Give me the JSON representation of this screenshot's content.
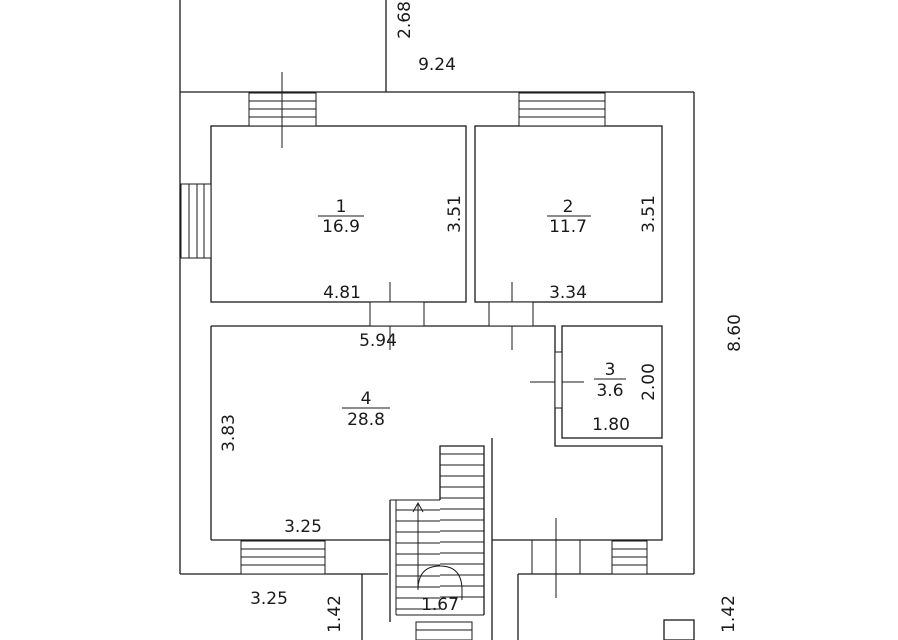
{
  "rooms": [
    {
      "number": "1",
      "area": "16.9",
      "width": "4.81",
      "depth": "3.51"
    },
    {
      "number": "2",
      "area": "11.7",
      "width": "3.34",
      "depth": "3.51"
    },
    {
      "number": "3",
      "area": "3.6",
      "width": "1.80",
      "depth": "2.00"
    },
    {
      "number": "4",
      "area": "28.8",
      "width": "5.94",
      "depth": "3.83"
    }
  ],
  "dimensions": {
    "top_extension": "2.68",
    "overall_width": "9.24",
    "overall_depth": "8.60",
    "room4_lower_width": "3.25",
    "porch_width": "3.25",
    "porch_depth_left": "1.42",
    "porch_depth_right": "1.42",
    "stair_width": "1.67"
  }
}
